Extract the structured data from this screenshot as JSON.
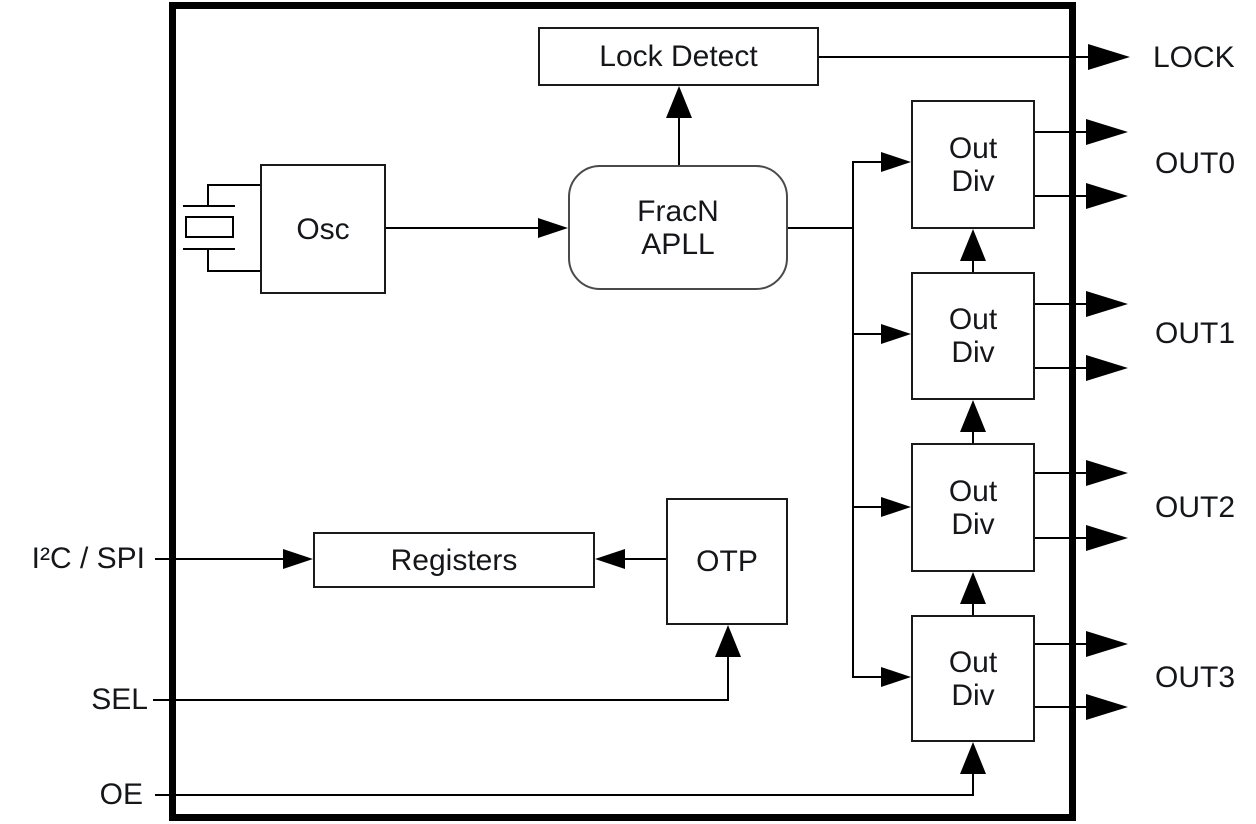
{
  "blocks": {
    "osc": {
      "label": "Osc"
    },
    "fracn_apll": {
      "line1": "FracN",
      "line2": "APLL"
    },
    "lock_detect": {
      "label": "Lock Detect"
    },
    "out_div": {
      "line1": "Out",
      "line2": "Div"
    },
    "registers": {
      "label": "Registers"
    },
    "otp": {
      "label": "OTP"
    }
  },
  "ports": {
    "lock": "LOCK",
    "out0": "OUT0",
    "out1": "OUT1",
    "out2": "OUT2",
    "out3": "OUT3",
    "i2c_spi": "I²C / SPI",
    "sel": "SEL",
    "oe": "OE"
  },
  "colors": {
    "line": "#000000",
    "text": "#14161a",
    "background": "#ffffff",
    "pll_border": "#4a4a4a"
  }
}
